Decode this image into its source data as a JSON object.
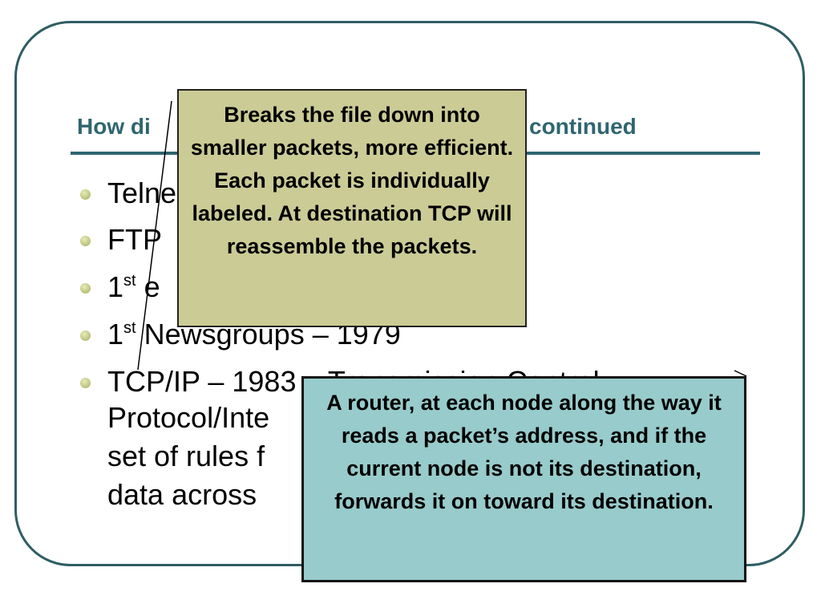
{
  "slide": {
    "title_left": "How di",
    "title_right": "continued"
  },
  "bullets": [
    {
      "main": "Telne",
      "sup": "",
      "rest": ""
    },
    {
      "main": "FTP",
      "sup": "",
      "rest": ""
    },
    {
      "main": "1",
      "sup": "st",
      "rest": " e"
    },
    {
      "main": "1",
      "sup": "st",
      "rest": " Newsgroups – 1979"
    },
    {
      "main": "TCP/IP – 1983 – Transmission Control",
      "sup": "",
      "rest": ""
    },
    {
      "main": "Protocol/Inte",
      "sup": "",
      "rest": ""
    },
    {
      "main": "set of rules f",
      "sup": "",
      "rest": ""
    },
    {
      "main": "data across",
      "sup": "",
      "rest": ""
    }
  ],
  "callouts": {
    "tcp": "Breaks the file  down into smaller packets, more efficient.  Each packet is individually labeled.  At destination TCP will reassemble the packets.",
    "router": "A router, at each node along the way it reads a packet’s address, and if the current node is not its destination, forwards it on toward its destination."
  },
  "colors": {
    "frame": "#2f5d62",
    "title": "#2f6670",
    "callout_tan": "#cbcb96",
    "callout_teal": "#98cbcb",
    "bullet": "#b8c07a"
  }
}
